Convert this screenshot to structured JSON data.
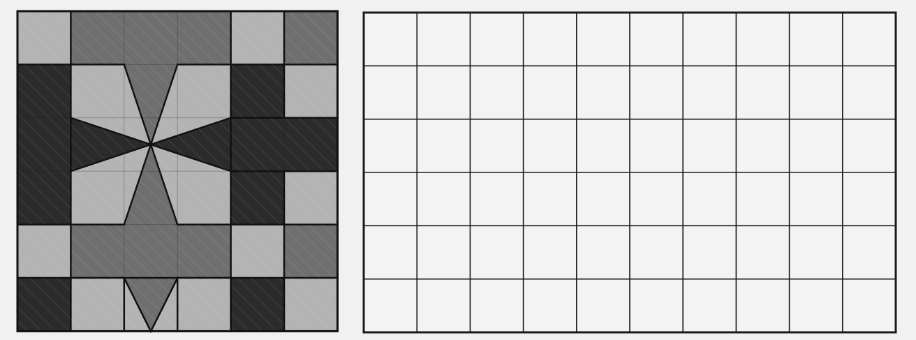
{
  "figure": {
    "pattern": {
      "grid_cols": 6,
      "grid_rows": 6,
      "colors": {
        "light": "#b3b3b3",
        "medium": "#6f6f6f",
        "dark": "#2b2b2b",
        "stroke": "#111111"
      }
    },
    "blank_grid": {
      "grid_cols": 10,
      "grid_rows": 6,
      "colors": {
        "fill": "#f3f3f3",
        "line": "#1a1a1a"
      }
    }
  }
}
